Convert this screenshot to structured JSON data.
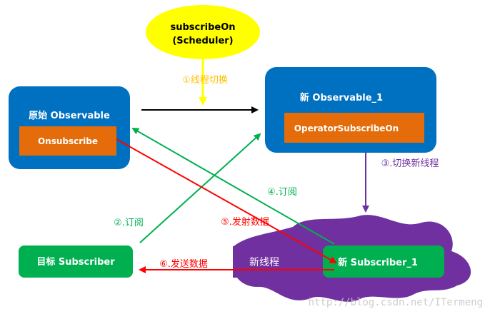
{
  "scheduler": {
    "line1": "subscribeOn",
    "line2": "(Scheduler)"
  },
  "original_observable": {
    "title": "原始 Observable",
    "inner": "Onsubscribe"
  },
  "new_observable": {
    "title": "新 Observable_1",
    "inner": "OperatorSubscribeOn"
  },
  "target_subscriber": {
    "label": "目标 Subscriber"
  },
  "new_subscriber": {
    "label": "新 Subscriber_1"
  },
  "new_thread_label": "新线程",
  "steps": {
    "s1": "①线程切换",
    "s2": "②.订阅",
    "s3": "③.切换新线程",
    "s4": "④.订阅",
    "s5": "⑤.发射数据",
    "s6": "⑥.发送数据"
  },
  "watermark": "http://blog.csdn.net/ITermeng",
  "colors": {
    "yellow": "#ffff00",
    "blue": "#0070c0",
    "orange": "#e46c0a",
    "green": "#00b050",
    "purple": "#7030a0",
    "red": "#ff0000",
    "yellow_text": "#ffc000"
  }
}
